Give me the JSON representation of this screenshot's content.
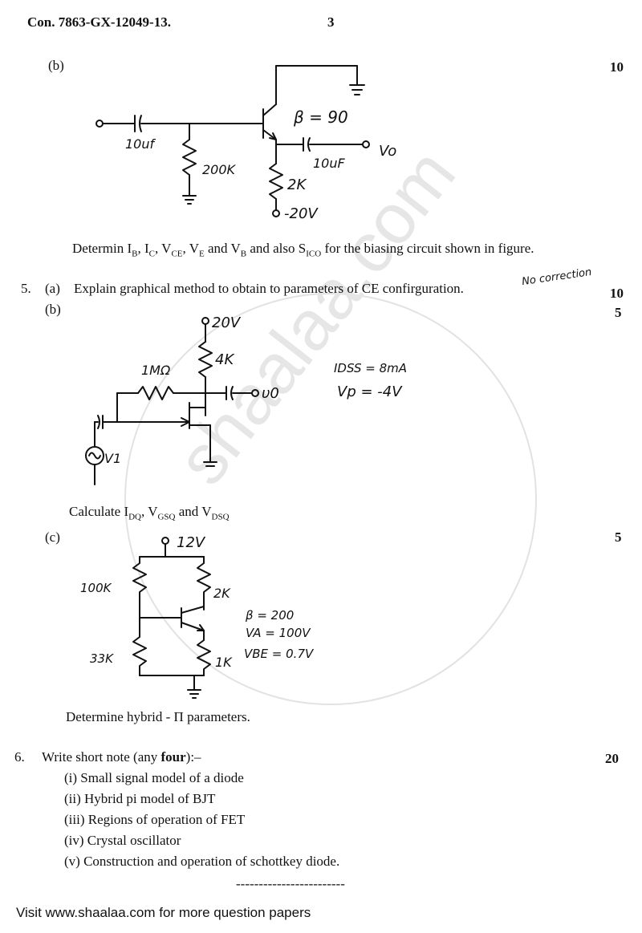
{
  "header": {
    "code": "Con. 7863-GX-12049-13.",
    "page_number": "3"
  },
  "q4b": {
    "label": "(b)",
    "marks": "10",
    "circuit": {
      "beta": "β = 90",
      "cin": "10uf",
      "rb": "200K",
      "cout": "10uF",
      "re": "2K",
      "supply": "-20V",
      "vout": "Vo"
    },
    "text_pre": "Determin I",
    "text_full_parts": [
      "B",
      ", I",
      "C",
      ", V",
      "CE",
      ", V",
      "E",
      " and V",
      "B",
      " and also S",
      "ICO",
      " for the biasing circuit shown in figure."
    ]
  },
  "q5": {
    "number": "5.",
    "a_label": "(a)",
    "a_text": "Explain graphical method to obtain to parameters of CE confirguration.",
    "a_marks": "10",
    "a_note": "No correction",
    "b_label": "(b)",
    "b_marks": "5",
    "b_circuit": {
      "supply": "20V",
      "rd": "4K",
      "rg": "1MΩ",
      "vout": "υ0",
      "vin": "V1",
      "idss": "IDSS = 8mA",
      "vp": "Vp = -4V"
    },
    "b_text_parts": [
      "Calculate I",
      "DQ",
      ", V",
      "GSQ",
      " and V",
      "DSQ"
    ],
    "c_label": "(c)",
    "c_marks": "5",
    "c_circuit": {
      "supply": "12V",
      "r1": "100K",
      "rc": "2K",
      "r2": "33K",
      "re": "1K",
      "beta": "β = 200",
      "va": "VA = 100V",
      "vbe": "VBE = 0.7V"
    },
    "c_text": "Determine hybrid - Π parameters."
  },
  "q6": {
    "number": "6.",
    "title_pre": "Write short note (any ",
    "title_bold": "four",
    "title_post": "):–",
    "marks": "20",
    "items": [
      "(i)  Small signal model of a diode",
      "(ii) Hybrid pi model of BJT",
      "(iii) Regions of operation of FET",
      "(iv) Crystal oscillator",
      "(v)  Construction and operation of schottkey diode."
    ],
    "end_rule": "------------------------"
  },
  "watermark": {
    "text": "shaalaa.com"
  },
  "footer": {
    "text": "Visit www.shaalaa.com for more question papers"
  }
}
